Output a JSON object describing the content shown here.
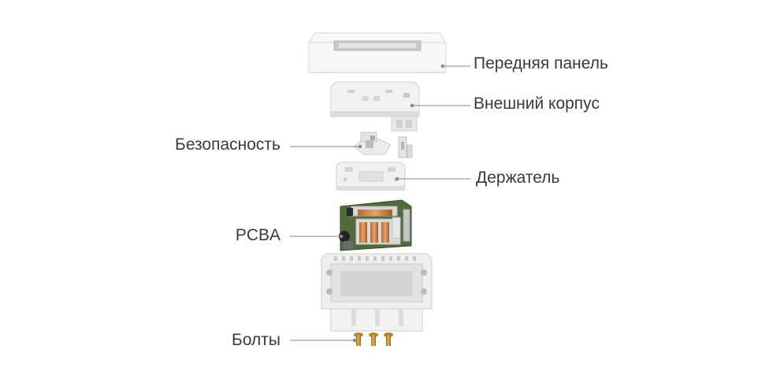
{
  "labels": {
    "front_panel": "Передняя панель",
    "outer_case": "Внешний корпус",
    "safety": "Безопасность",
    "holder": "Держатель",
    "pcba": "PCBA",
    "bolts": "Болты"
  },
  "colors": {
    "text": "#3a3a3a",
    "leader_line": "#8a8a8a",
    "plastic": "#f3f3f3",
    "plastic_shade": "#dcdcdc",
    "pcb": "#4f6a3b",
    "copper": "#c9844a",
    "screw": "#c79a3a"
  }
}
